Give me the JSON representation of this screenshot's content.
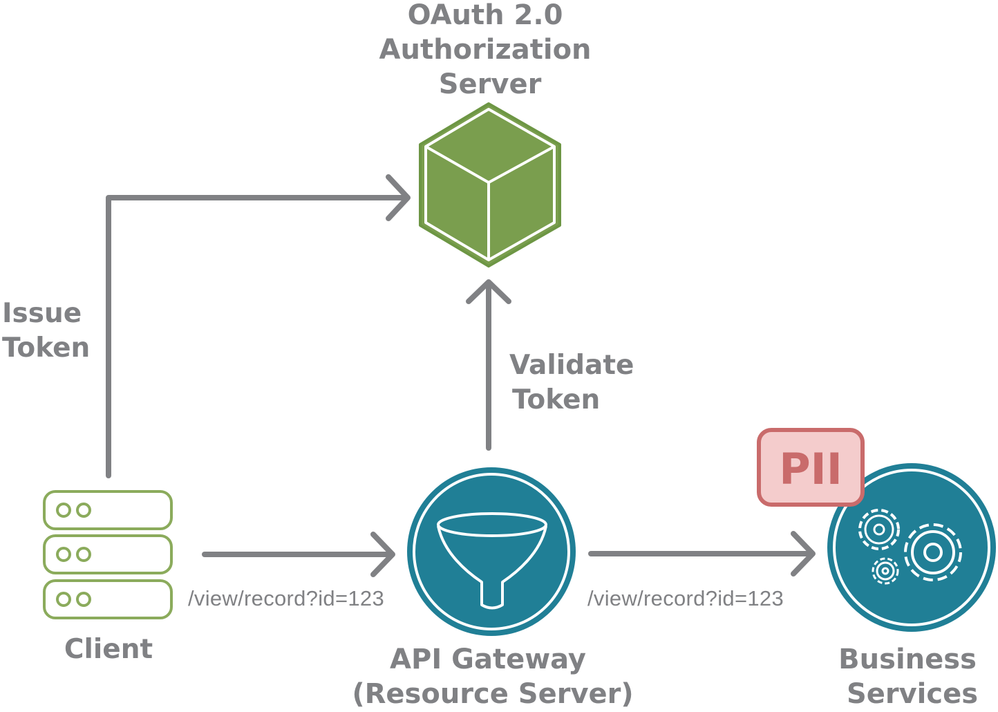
{
  "colors": {
    "arrow": "#808184",
    "label": "#808184",
    "auth_server_fill": "#7a9e4e",
    "auth_server_stroke": "#6d9644",
    "client_stroke": "#8bab5c",
    "gateway_fill": "#207f96",
    "pii_fill": "#f4cccc",
    "pii_stroke": "#c96b6b",
    "pii_text": "#c96b6b"
  },
  "nodes": {
    "auth_server": {
      "label_lines": [
        "OAuth 2.0",
        "Authorization",
        "Server"
      ],
      "icon": "cube-icon"
    },
    "client": {
      "label": "Client",
      "icon": "server-stack-icon"
    },
    "api_gateway": {
      "label_lines": [
        "API Gateway",
        "(Resource Server)"
      ],
      "icon": "funnel-icon"
    },
    "business_services": {
      "label_lines": [
        "Business",
        "Services"
      ],
      "icon": "gears-icon",
      "badge": "PII"
    }
  },
  "edges": {
    "issue_token": {
      "label_lines": [
        "Issue",
        "Token"
      ]
    },
    "validate_token": {
      "label_lines": [
        "Validate",
        "Token"
      ]
    },
    "client_to_gateway": {
      "label": "/view/record?id=123"
    },
    "gateway_to_business": {
      "label": "/view/record?id=123"
    }
  }
}
